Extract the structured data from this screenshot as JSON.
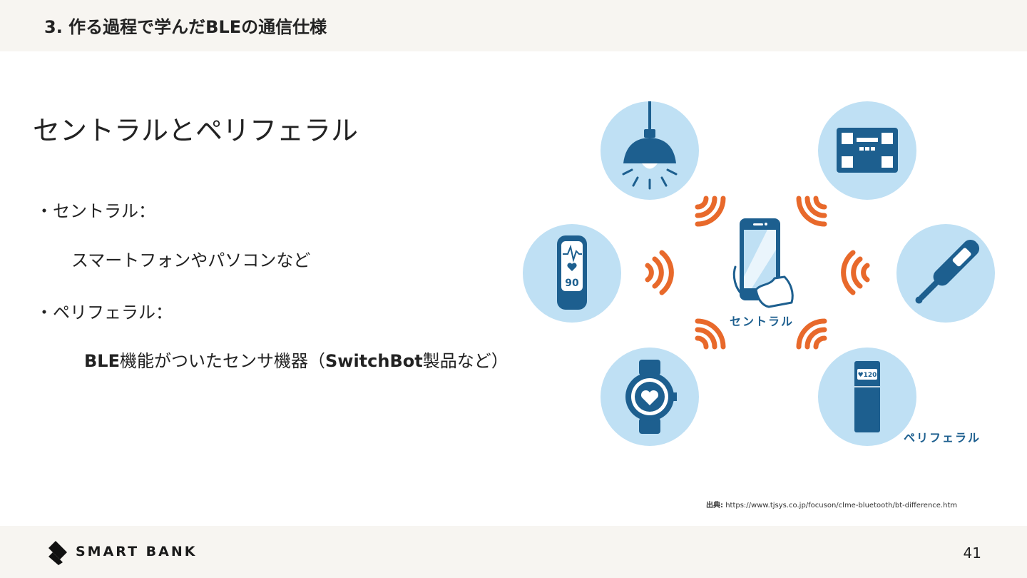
{
  "header": {
    "title": "3. 作る過程で学んだBLEの通信仕様"
  },
  "slide": {
    "title": "セントラルとペリフェラル",
    "central_label": "・セントラル：",
    "central_desc": "スマートフォンやパソコンなど",
    "peripheral_label": "・ペリフェラル：",
    "peripheral_desc_prefix": "BLE",
    "peripheral_desc_mid": "機能がついたセンサ機器（",
    "peripheral_desc_brand": "SwitchBot",
    "peripheral_desc_suffix": "製品など）"
  },
  "diagram": {
    "central_caption": "セントラル",
    "peripheral_caption": "ペリフェラル",
    "band_reading": "90",
    "tracker_reading": "♥120",
    "devices": [
      "lamp-icon",
      "scale-icon",
      "fitness-band-icon",
      "thermometer-icon",
      "smartwatch-icon",
      "activity-tracker-icon",
      "smartphone-icon"
    ],
    "colors": {
      "circle": "#bfe0f4",
      "device": "#1d5f8f",
      "wave": "#e8692b",
      "caption": "#1d5f8f"
    }
  },
  "source": {
    "label": "出典:",
    "url": "https://www.tjsys.co.jp/focuson/clme-bluetooth/bt-difference.htm"
  },
  "footer": {
    "brand": "SMART BANK",
    "page_number": "41"
  }
}
